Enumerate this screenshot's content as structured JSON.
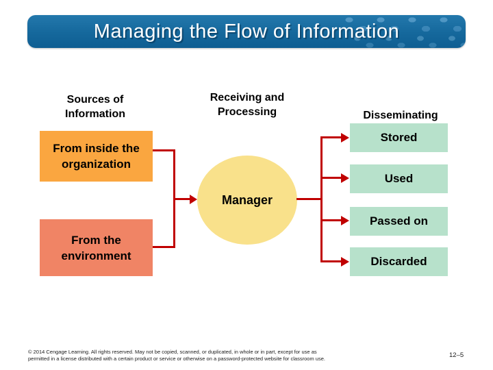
{
  "slide": {
    "title": "Managing the Flow of Information",
    "page_number": "12–5",
    "footer_line1": "© 2014 Cengage Learning. All rights reserved. May not be copied, scanned, or duplicated, in whole or in part, except for use as",
    "footer_line2": "permitted in a license distributed with a certain product or service or otherwise on a password-protected website for classroom use."
  },
  "diagram": {
    "column_headers": [
      {
        "label": "Sources of\nInformation"
      },
      {
        "label": "Receiving and\nProcessing"
      },
      {
        "label": "Disseminating"
      }
    ],
    "sources": [
      {
        "label": "From inside the\norganization",
        "color": "#FAA640"
      },
      {
        "label": "From the\nenvironment",
        "color": "#F08465"
      }
    ],
    "processor": {
      "label": "Manager",
      "color": "#F9E18B"
    },
    "outcomes": [
      {
        "label": "Stored"
      },
      {
        "label": "Used"
      },
      {
        "label": "Passed on"
      },
      {
        "label": "Discarded"
      }
    ],
    "outcome_color": "#B7E1CB",
    "connector_color": "#C00000",
    "title_bar_color": "#15689C"
  }
}
